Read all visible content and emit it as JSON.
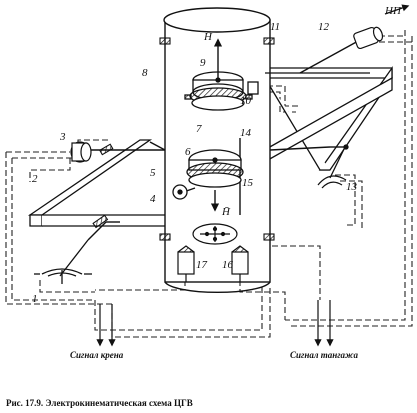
{
  "caption": "Рис. 17.9. Электрокинематическая схема ЦГВ",
  "labels": {
    "signal_roll": "Сигнал крена",
    "signal_pitch": "Сигнал тангажа",
    "np": "НП",
    "h_top": "H̄",
    "h_bottom": "H̄"
  },
  "numbers": [
    "1",
    "2",
    "3",
    "4",
    "5",
    "6",
    "7",
    "8",
    "9",
    "10",
    "11",
    "12",
    "13",
    "14",
    "15",
    "16",
    "17"
  ]
}
